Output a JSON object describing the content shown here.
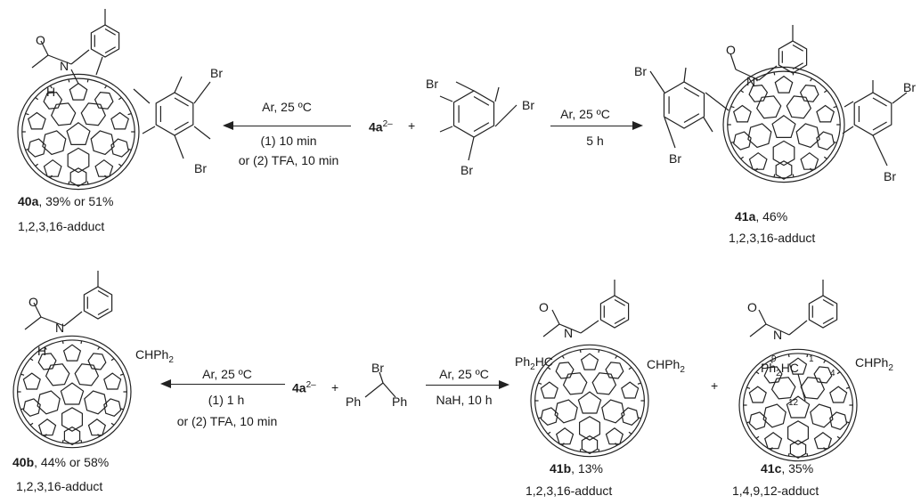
{
  "row1": {
    "left_label_bold": "40a",
    "left_label_rest": ", 39% or 51%",
    "left_sub": "1,2,3,16-adduct",
    "arrow_left": {
      "top": "Ar, 25 ºC",
      "line1": "(1) 10 min",
      "line2": "or (2) TFA, 10 min"
    },
    "dianion": "4a",
    "dianion_sup": "2–",
    "plus": "+",
    "arrow_right": {
      "top": "Ar, 25 ºC",
      "bottom": "5 h"
    },
    "right_label_bold": "41a",
    "right_label_rest": ", 46%",
    "right_sub": "1,2,3,16-adduct",
    "br": "Br"
  },
  "row2": {
    "left_label_bold": "40b",
    "left_label_rest": ", 44% or 58%",
    "left_sub": "1,2,3,16-adduct",
    "arrow_left": {
      "top": "Ar, 25 ºC",
      "line1": "(1) 1 h",
      "line2": "or (2) TFA, 10 min"
    },
    "dianion": "4a",
    "dianion_sup": "2–",
    "plus": "+",
    "reagent": {
      "br": "Br",
      "ph_left": "Ph",
      "ph_right": "Ph"
    },
    "arrow_right": {
      "top": "Ar, 25 ºC",
      "bottom": "NaH, 10 h"
    },
    "plus2": "+",
    "mid_label_bold": "41b",
    "mid_label_rest": ", 13%",
    "mid_sub": "1,2,3,16-adduct",
    "right_label_bold": "41c",
    "right_label_rest": ", 35%",
    "right_sub": "1,4,9,12-adduct",
    "chph2": "CHPh",
    "chph2_sub": "2",
    "ph2hc": "Ph",
    "ph2hc_sub": "2",
    "ph2hc_tail": "HC",
    "num_9": "9",
    "num_1": "1",
    "num_4": "4",
    "num_12": "12"
  },
  "atoms": {
    "N": "N",
    "O": "O",
    "H": "H"
  }
}
